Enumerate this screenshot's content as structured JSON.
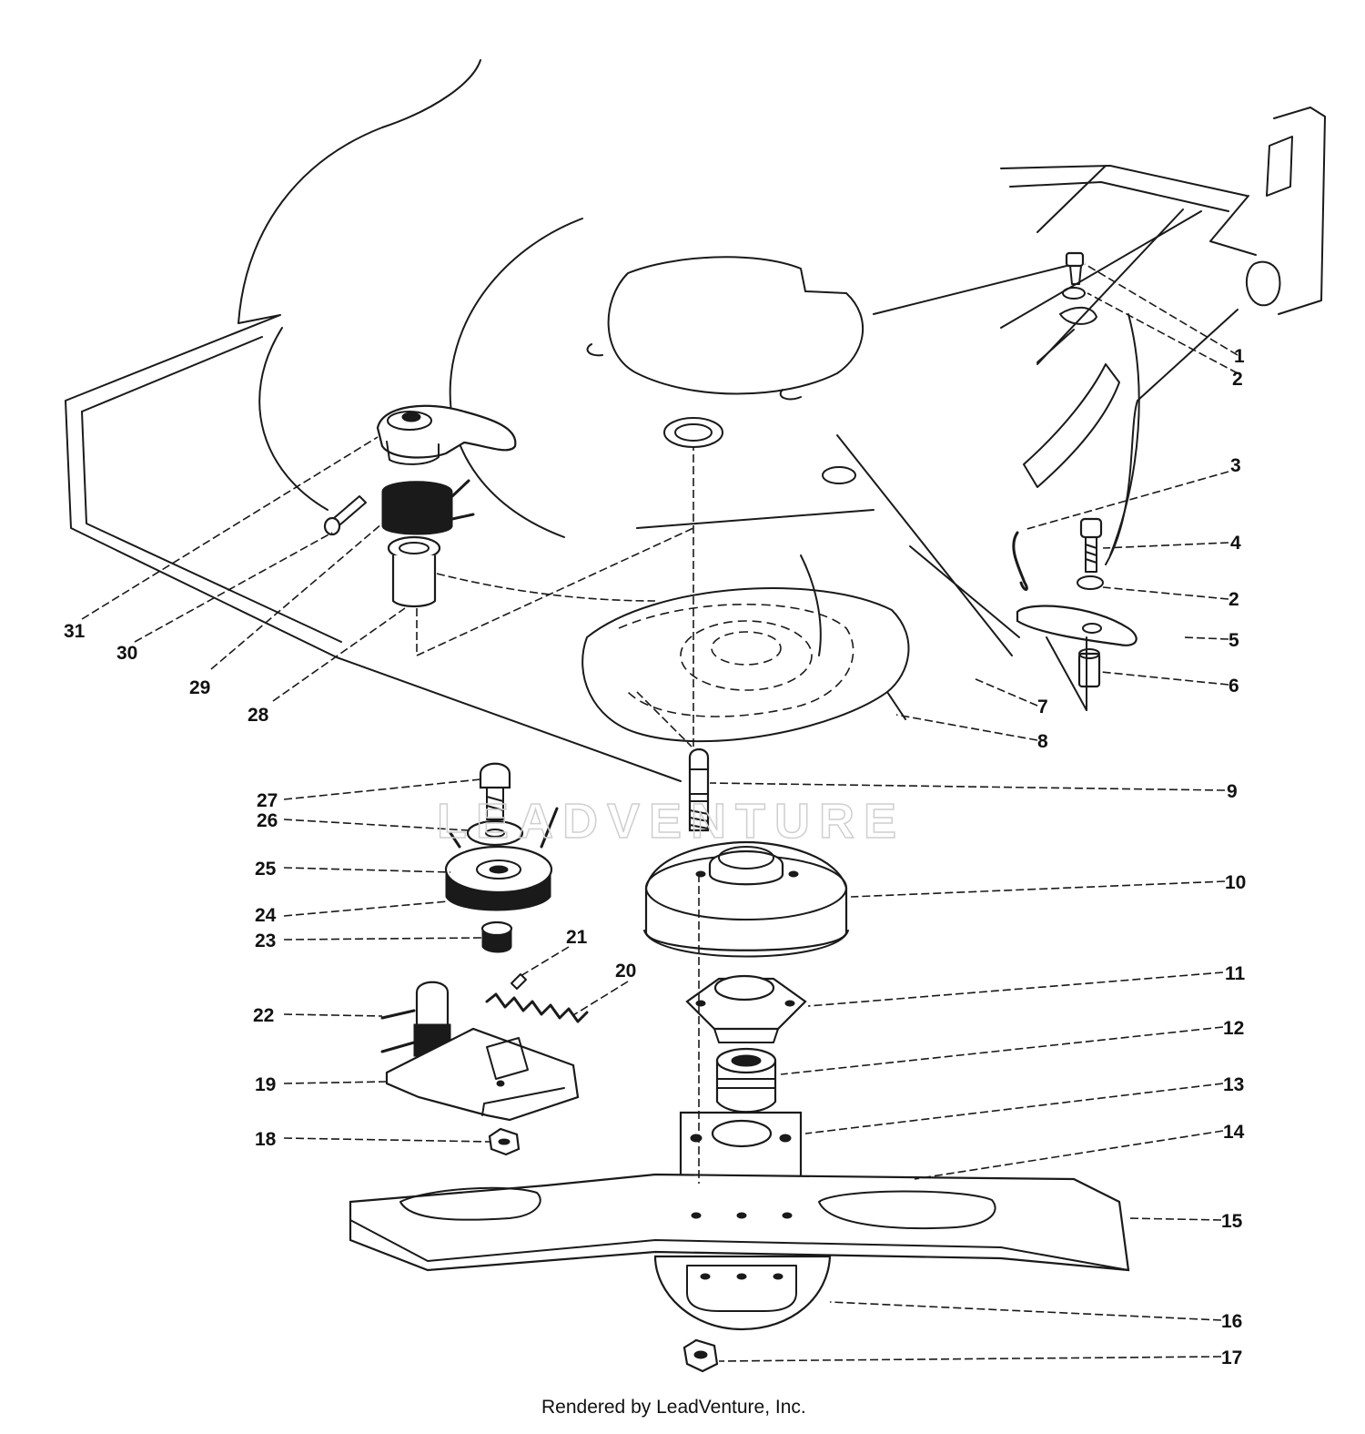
{
  "watermark": "LEADVENTURE",
  "footer": "Rendered by LeadVenture, Inc.",
  "callouts": [
    "1",
    "2",
    "3",
    "4",
    "2",
    "5",
    "6",
    "7",
    "8",
    "9",
    "10",
    "11",
    "12",
    "13",
    "14",
    "15",
    "16",
    "17",
    "18",
    "19",
    "20",
    "21",
    "22",
    "23",
    "24",
    "25",
    "26",
    "27",
    "28",
    "29",
    "30",
    "31"
  ]
}
